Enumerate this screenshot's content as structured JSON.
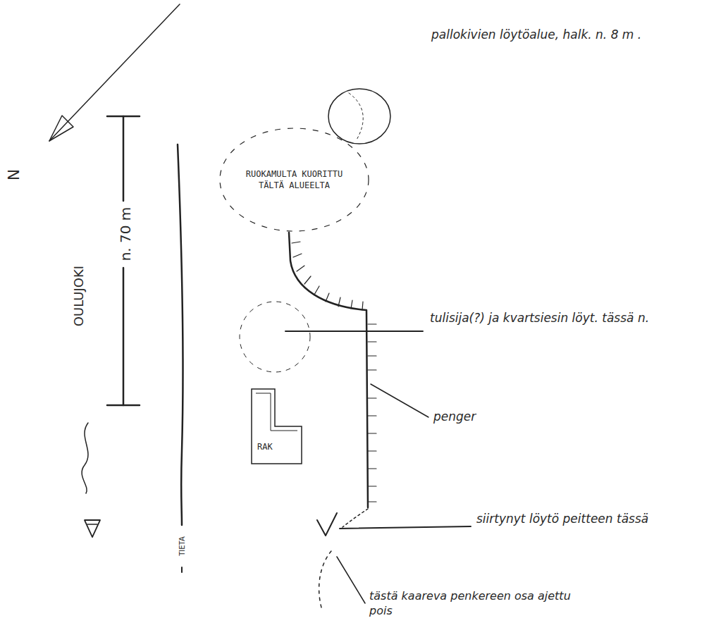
{
  "diagram": {
    "nodes": [
      {
        "text": [
          "RUOKAMULTA KUORITTU TÄLTÄ ALUEELTA"
        ]
      },
      {
        "text": [
          "RAK"
        ]
      }
    ],
    "labels": [
      "pallokivien löytöalue, halk. n. 8 m .",
      "tulisija(?) ja kvartsiesin löyt. tässä n.",
      "penger",
      "siirtynyt löytö peitteen tässä",
      "tästä kaareva penkereen osa ajettu pois",
      "OULUJOKI",
      "n. 70 m",
      "TIETA",
      "N"
    ]
  }
}
